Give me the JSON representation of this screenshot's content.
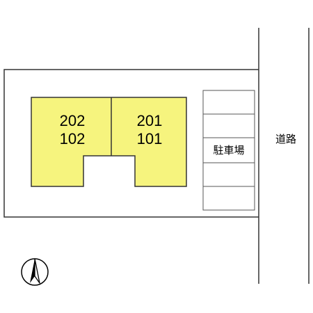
{
  "units": {
    "left_upper": "202",
    "left_lower": "102",
    "right_upper": "201",
    "right_lower": "101"
  },
  "parking_label": "駐車場",
  "road_label": "道路",
  "colors": {
    "building_fill": "#f6f47e",
    "outline": "#333333",
    "background": "#ffffff"
  },
  "icons": {
    "north_arrow": "north-arrow-icon"
  }
}
